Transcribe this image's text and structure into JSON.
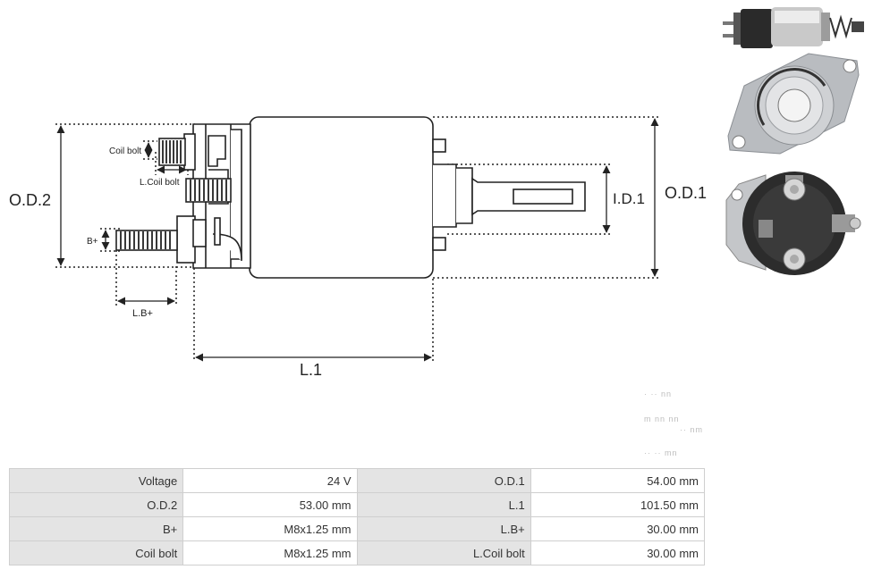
{
  "diagram": {
    "labels": {
      "od2": "O.D.2",
      "od1": "O.D.1",
      "id1": "I.D.1",
      "l1": "L.1",
      "coil_bolt": "Coil bolt",
      "l_coil_bolt": "L.Coil bolt",
      "bplus": "B+",
      "l_bplus": "L.B+"
    },
    "faint_text": [
      "· ·· nn",
      "m nn nn",
      "·· nm",
      "·· ·· mn"
    ]
  },
  "specs": {
    "rows": [
      {
        "l1": "Voltage",
        "v1": "24 V",
        "l2": "O.D.1",
        "v2": "54.00 mm"
      },
      {
        "l1": "O.D.2",
        "v1": "53.00 mm",
        "l2": "L.1",
        "v2": "101.50 mm"
      },
      {
        "l1": "B+",
        "v1": "M8x1.25 mm",
        "l2": "L.B+",
        "v2": "30.00 mm"
      },
      {
        "l1": "Coil bolt",
        "v1": "M8x1.25 mm",
        "l2": "L.Coil bolt",
        "v2": "30.00 mm"
      }
    ]
  },
  "colors": {
    "line": "#222222",
    "header_cell": "#e4e4e4",
    "table_border": "#cfcfcf"
  }
}
